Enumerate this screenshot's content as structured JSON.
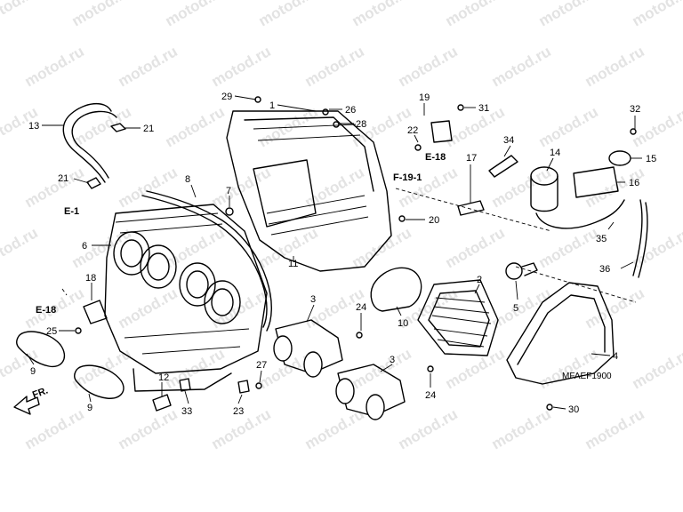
{
  "watermark": "motod.ru",
  "part_numbers": [
    "1",
    "2",
    "3",
    "3",
    "4",
    "5",
    "6",
    "7",
    "8",
    "9",
    "9",
    "10",
    "11",
    "12",
    "13",
    "14",
    "15",
    "16",
    "17",
    "18",
    "19",
    "20",
    "21",
    "21",
    "22",
    "23",
    "24",
    "24",
    "25",
    "26",
    "27",
    "28",
    "29",
    "30",
    "31",
    "32",
    "33",
    "34",
    "35",
    "36"
  ],
  "references": [
    "E-1",
    "E-18",
    "E-18",
    "F-19-1"
  ],
  "direction_label": "FR.",
  "diagram_code": "MFAEF1900"
}
